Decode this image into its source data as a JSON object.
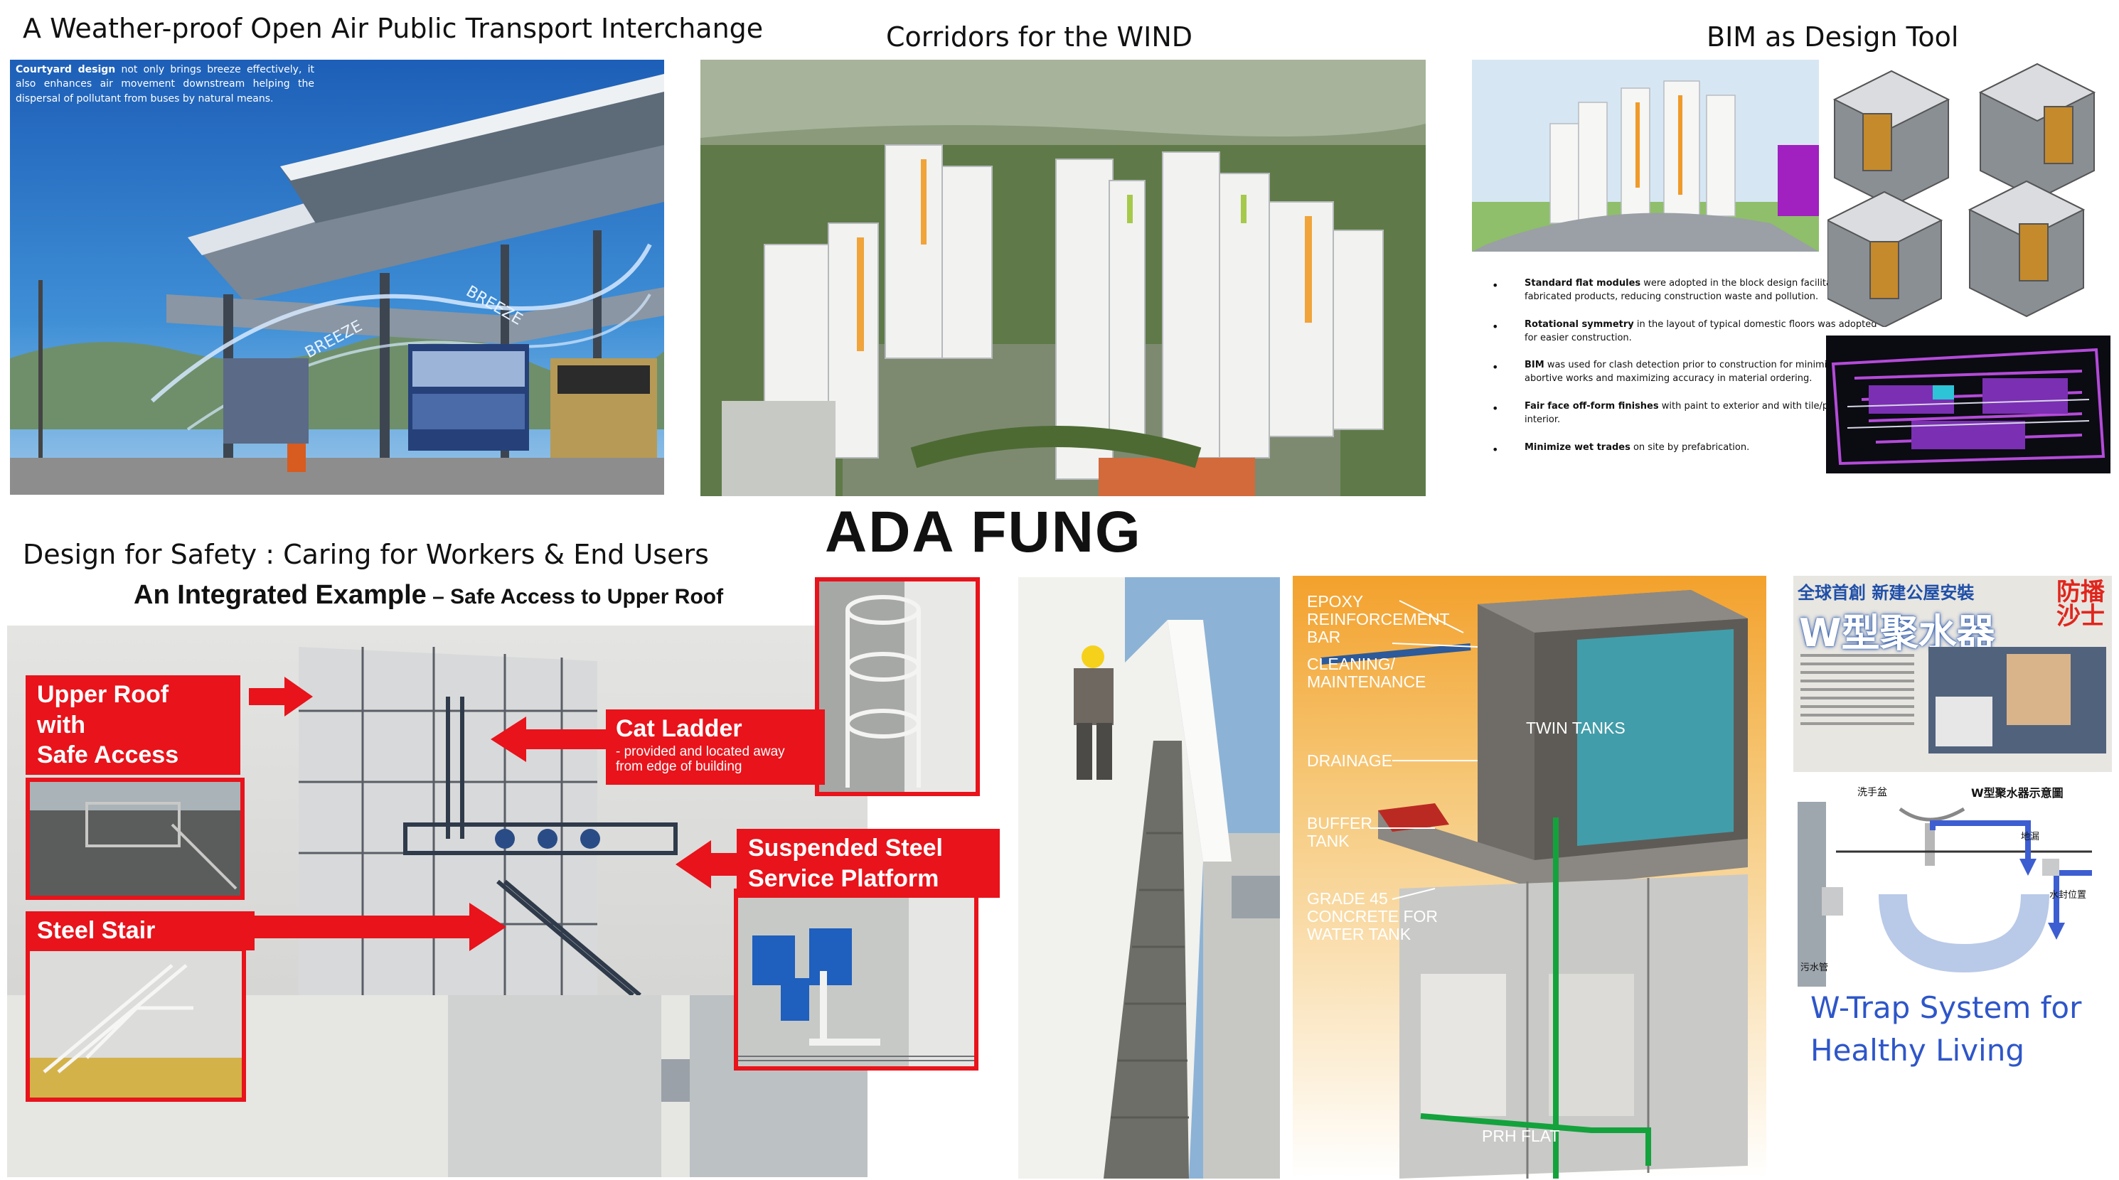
{
  "main_title": "ADA FUNG",
  "transport": {
    "title": "A Weather-proof Open Air Public Transport Interchange",
    "caption_bold": "Courtyard design",
    "caption_rest": " not only brings breeze effectively, it also enhances air movement downstream helping the dispersal of pollutant from buses by natural means.",
    "roof_text_1": "BREEZE",
    "roof_text_2": "BREEZE"
  },
  "wind": {
    "title": "Corridors for the WIND"
  },
  "bim": {
    "title": "BIM as Design Tool",
    "bullets": [
      {
        "bold": "Standard flat modules",
        "text": " were adopted in the block design facilitating pre-fabricated products, reducing construction waste and pollution."
      },
      {
        "bold": "Rotational symmetry",
        "text": " in the layout of typical domestic floors was adopted for easier construction."
      },
      {
        "bold": "BIM",
        "text": " was used for clash detection prior to construction for minimizing abortive works and maximizing accuracy in material ordering."
      },
      {
        "bold": "Fair face off-form finishes",
        "text": " with paint to exterior and with tile/paint to interior."
      },
      {
        "bold": "Minimize wet trades",
        "text": " on site by prefabrication."
      }
    ]
  },
  "safety": {
    "title": "Design for Safety : Caring for Workers & End Users",
    "subtitle_main": "An Integrated  Example",
    "subtitle_small": " – Safe Access to Upper Roof",
    "labels": {
      "upper_roof": "Upper Roof\nwith\nSafe Access",
      "cat_ladder": "Cat Ladder",
      "cat_ladder_note": "- provided and located away\n  from edge of building",
      "platform": "Suspended Steel\nService Platform",
      "steel_stair": "Steel Stair"
    }
  },
  "tank": {
    "labels": {
      "epoxy": "EPOXY\nREINFORCEMENT\nBAR",
      "cleaning": "CLEANING/\nMAINTENANCE",
      "twin": "TWIN TANKS",
      "drainage": "DRAINAGE",
      "buffer": "BUFFER\nTANK",
      "grade": "GRADE 45\nCONCRETE FOR\nWATER TANK",
      "prh": "PRH FLAT"
    }
  },
  "wtrap": {
    "headline": "全球首創  新建公屋安裝",
    "headline_big": "W型聚水器",
    "headline_side": "防播\n沙士",
    "diagram_title": "W型聚水器示意圖",
    "basin_label": "洗手盆",
    "drain_label": "污水管",
    "seal_label": "水封位置",
    "inlet_label": "地漏",
    "caption": "W-Trap System for\nHealthy Living",
    "caption_color": "#2e56c9"
  }
}
